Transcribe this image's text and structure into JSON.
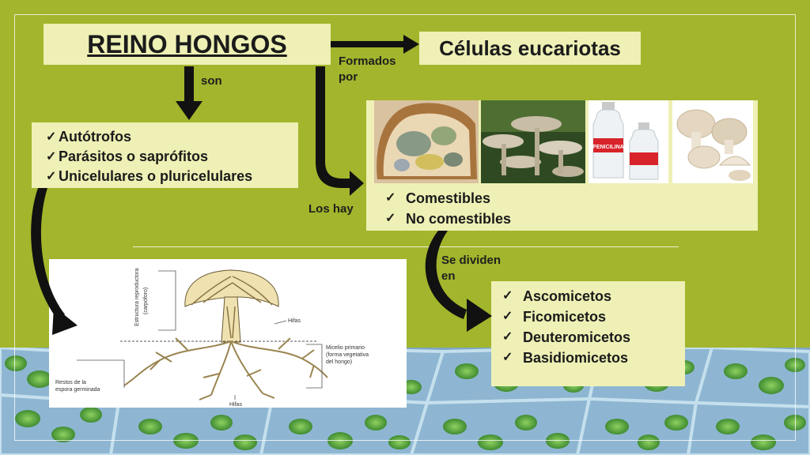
{
  "title": "REINO HONGOS",
  "cells": "Células eucariotas",
  "labels": {
    "son": "son",
    "formados_1": "Formados",
    "formados_2": "por",
    "los_hay": "Los hay",
    "se_dividen_1": "Se dividen",
    "se_dividen_2": "en"
  },
  "characteristics": [
    "Autótrofos",
    "Parásitos o saprófitos",
    "Unicelulares o pluricelulares"
  ],
  "types": [
    "Comestibles",
    "No comestibles"
  ],
  "photos": [
    {
      "name": "moldy-bread-photo"
    },
    {
      "name": "oyster-mushrooms-photo"
    },
    {
      "name": "penicillin-bottles-photo",
      "text": "PENICILINA"
    },
    {
      "name": "white-mushrooms-photo"
    }
  ],
  "classes": [
    "Ascomicetos",
    "Ficomicetos",
    "Deuteromicetos",
    "Basidiomicetos"
  ],
  "diagram": {
    "reproductive_1": "Estructura reproductora",
    "reproductive_2": "(carpóforo)",
    "hifas_top": "Hifas",
    "micelio_1": "Micelio primario",
    "micelio_2": "(forma vegetativa",
    "micelio_3": "del hongo)",
    "restos_1": "Restos de la",
    "restos_2": "espora germinada",
    "hifas_bottom": "Hifas"
  },
  "colors": {
    "background": "#a3b52c",
    "box": "#eef0b5",
    "arrow": "#111111",
    "cells": "#5faf3a"
  }
}
